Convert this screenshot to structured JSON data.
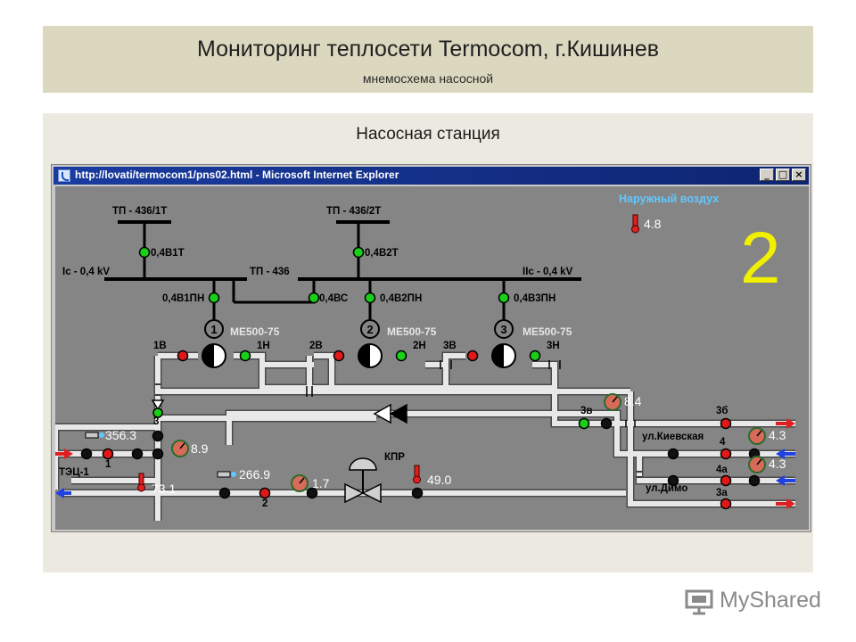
{
  "header": {
    "title": "Мониторинг теплосети Termocom, г.Кишинев",
    "subtitle": "мнемосхема насосной"
  },
  "section": {
    "title": "Насосная станция"
  },
  "window": {
    "title": "http://lovati/termocom1/pns02.html - Microsoft Internet Explorer",
    "buttons": [
      "_",
      "□",
      "×"
    ]
  },
  "mimic": {
    "station_number": "2",
    "outside_air": {
      "label": "Наружный воздух",
      "value": "4.8"
    },
    "transformers": [
      "ТП - 436/1Т",
      "ТП - 436/2Т",
      "ТП - 436"
    ],
    "bus_labels": [
      "Ic - 0,4 kV",
      "IIc - 0,4 kV"
    ],
    "breakers": [
      "0,4В1Т",
      "0,4В2Т",
      "0,4В1ПН",
      "0,4ВС",
      "0,4В2ПН",
      "0,4В3ПН"
    ],
    "pumps": [
      {
        "number": "1",
        "model": "МЕ500-75",
        "inlet": "1В",
        "outlet": "1Н"
      },
      {
        "number": "2",
        "model": "МЕ500-75",
        "inlet": "2В",
        "outlet": "2Н"
      },
      {
        "number": "3",
        "model": "МЕ500-75",
        "inlet": "3В",
        "outlet": "3Н"
      }
    ],
    "valve_labels": [
      "3",
      "1",
      "2",
      "3в",
      "3б",
      "4",
      "4а",
      "3а"
    ],
    "readings": {
      "pressure_3v": "8.4",
      "pressure_3": "8.9",
      "flow_tec": "356.3",
      "temp_tec": "73.1",
      "flow_return": "266.9",
      "pressure_return": "1.7",
      "temp_kpr": "49.0",
      "pressure_kiev": "4.3",
      "pressure_dimo": "4.3"
    },
    "labels": {
      "tec": "ТЭЦ-1",
      "kpr": "КПР",
      "kiev": "ул.Киевская",
      "dimo": "ул.Димо"
    },
    "colors": {
      "background": "#858585",
      "pipe": "#e8e8e8",
      "valve_red": "#e01818",
      "valve_green": "#18d018",
      "supply_arrow": "#e02020",
      "return_arrow": "#2040e0",
      "station_number": "#f0f000",
      "outside_air_label": "#5fc8ff"
    }
  },
  "watermark": {
    "text": "MyShared",
    "icon": "projector-icon"
  }
}
